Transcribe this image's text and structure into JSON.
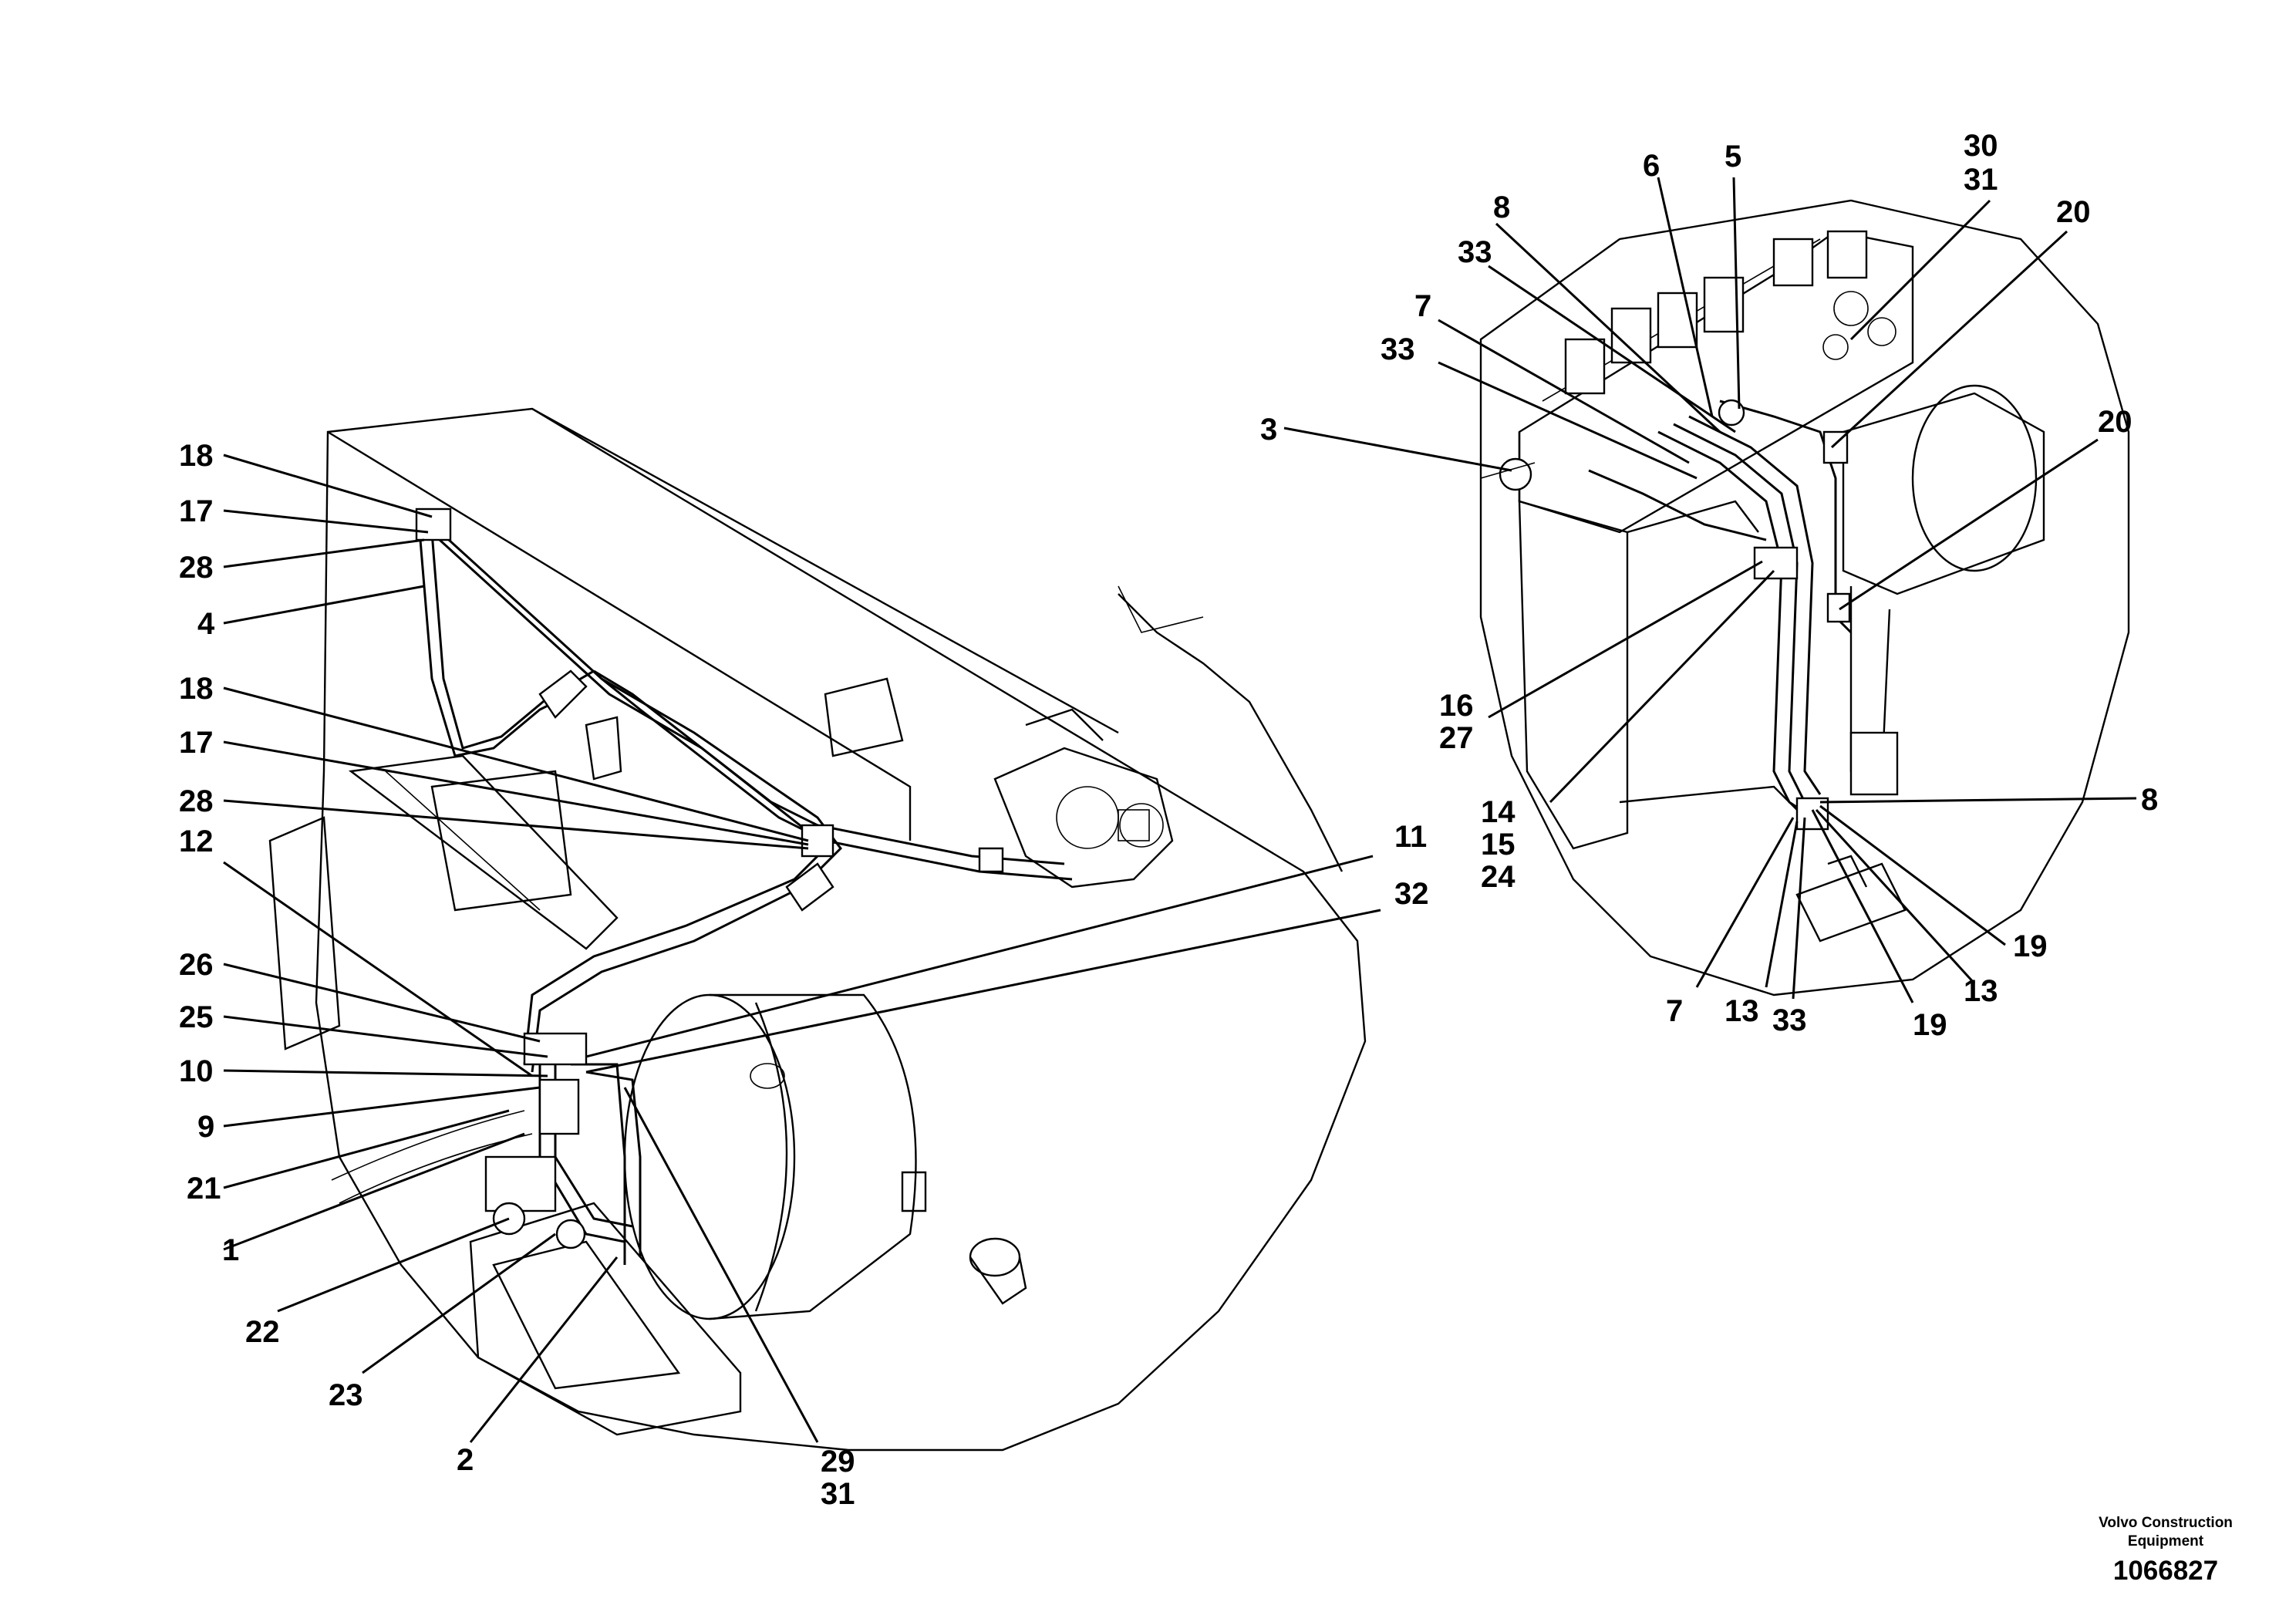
{
  "brand": {
    "line1": "Volvo Construction",
    "line2": "Equipment"
  },
  "drawing_number": "1066827",
  "left_callouts": [
    "18",
    "17",
    "28",
    "4",
    "18",
    "17",
    "28",
    "12",
    "26",
    "25",
    "10",
    "9",
    "21",
    "1",
    "22",
    "23",
    "2",
    "29",
    "31",
    "11",
    "32"
  ],
  "right_callouts": [
    "6",
    "5",
    "30",
    "31",
    "8",
    "20",
    "33",
    "7",
    "33",
    "3",
    "20",
    "16",
    "27",
    "14",
    "15",
    "24",
    "8",
    "7",
    "13",
    "33",
    "19",
    "19",
    "13"
  ]
}
